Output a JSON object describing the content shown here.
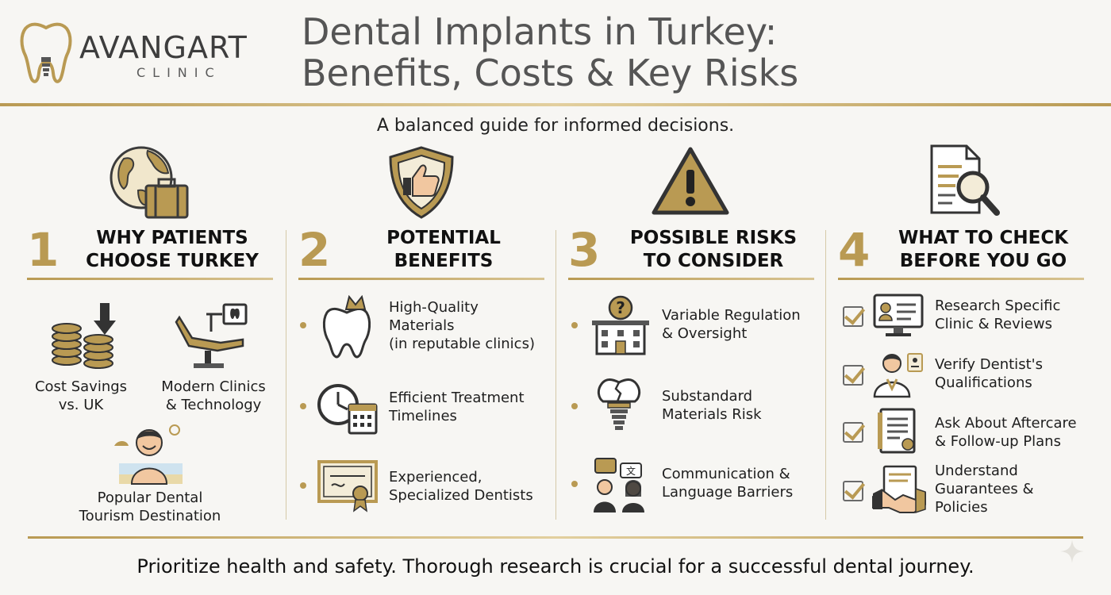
{
  "brand": {
    "name": "AVANGART",
    "sub": "CLINIC"
  },
  "title": {
    "line1": "Dental Implants in Turkey:",
    "line2": "Benefits, Costs & Key Risks"
  },
  "subtitle": "A balanced guide for informed decisions.",
  "colors": {
    "gold": "#b99a53",
    "text": "#1b1b1b",
    "background": "#f7f6f3"
  },
  "sections": [
    {
      "number": "1",
      "title_line1": "WHY PATIENTS",
      "title_line2": "CHOOSE TURKEY",
      "icon": "globe-suitcase-icon",
      "items": [
        {
          "line1": "Cost Savings",
          "line2": "vs. UK",
          "icon": "coins-arrow-icon"
        },
        {
          "line1": "Modern Clinics",
          "line2": "& Technology",
          "icon": "dental-chair-icon"
        },
        {
          "line1": "Popular Dental",
          "line2": "Tourism Destination",
          "icon": "beach-person-icon"
        }
      ]
    },
    {
      "number": "2",
      "title_line1": "POTENTIAL",
      "title_line2": "BENEFITS",
      "icon": "shield-thumbs-up-icon",
      "items": [
        {
          "line1": "High-Quality",
          "line2": "Materials",
          "line3": "(in reputable clinics)",
          "icon": "crowned-tooth-icon"
        },
        {
          "line1": "Efficient Treatment",
          "line2": "Timelines",
          "icon": "clock-calendar-icon"
        },
        {
          "line1": "Experienced,",
          "line2": "Specialized Dentists",
          "icon": "certificate-icon"
        }
      ]
    },
    {
      "number": "3",
      "title_line1": "POSSIBLE RISKS",
      "title_line2": "TO CONSIDER",
      "icon": "warning-triangle-icon",
      "items": [
        {
          "line1": "Variable Regulation",
          "line2": "& Oversight",
          "icon": "building-question-icon"
        },
        {
          "line1": "Substandard",
          "line2": "Materials Risk",
          "icon": "broken-implant-icon"
        },
        {
          "line1": "Communication &",
          "line2": "Language Barriers",
          "icon": "people-speech-icon"
        }
      ]
    },
    {
      "number": "4",
      "title_line1": "WHAT TO CHECK",
      "title_line2": "BEFORE YOU GO",
      "icon": "document-magnifier-icon",
      "items": [
        {
          "line1": "Research Specific",
          "line2": "Clinic & Reviews",
          "icon": "monitor-profile-icon"
        },
        {
          "line1": "Verify Dentist's",
          "line2": "Qualifications",
          "icon": "dentist-badge-icon"
        },
        {
          "line1": "Ask About Aftercare",
          "line2": "& Follow-up Plans",
          "icon": "document-seal-icon"
        },
        {
          "line1": "Understand",
          "line2": "Guarantees &",
          "line3": "Policies",
          "icon": "handshake-document-icon"
        }
      ]
    }
  ],
  "footer": "Prioritize health and safety. Thorough research is crucial for a successful dental journey."
}
